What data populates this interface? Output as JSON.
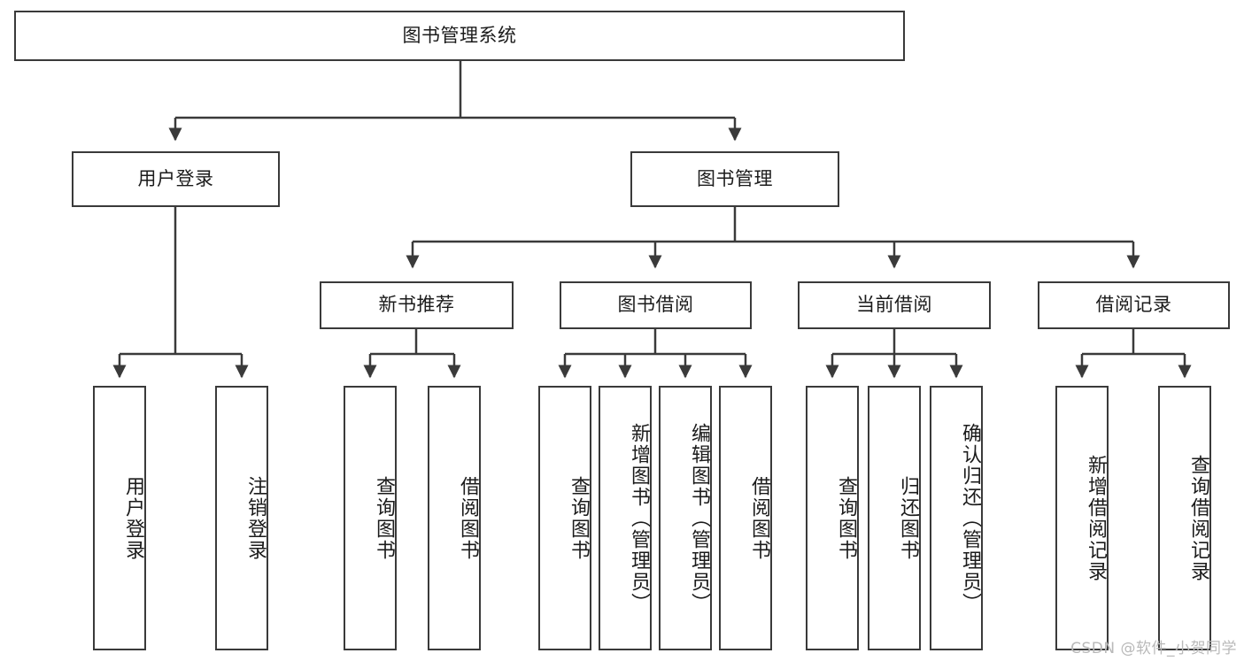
{
  "diagram": {
    "title": "图书管理系统",
    "colors": {
      "stroke": "#3a3a3a",
      "fill": "#ffffff",
      "text": "#1b1b1b",
      "watermark": "#b9b9b9"
    },
    "root": {
      "label": "图书管理系统"
    },
    "level2": [
      {
        "label": "用户登录"
      },
      {
        "label": "图书管理"
      }
    ],
    "level3": [
      {
        "label": "新书推荐"
      },
      {
        "label": "图书借阅"
      },
      {
        "label": "当前借阅"
      },
      {
        "label": "借阅记录"
      }
    ],
    "leaves": {
      "user_login": [
        {
          "label": "用户登录"
        },
        {
          "label": "注销登录"
        }
      ],
      "new_book_recommend": [
        {
          "label": "查询图书"
        },
        {
          "label": "借阅图书"
        }
      ],
      "book_borrow": [
        {
          "label": "查询图书"
        },
        {
          "label": "新增图书（管理员）"
        },
        {
          "label": "编辑图书（管理员）"
        },
        {
          "label": "借阅图书"
        }
      ],
      "current_borrow": [
        {
          "label": "查询图书"
        },
        {
          "label": "归还图书"
        },
        {
          "label": "确认归还（管理员）"
        }
      ],
      "borrow_records": [
        {
          "label": "新增借阅记录"
        },
        {
          "label": "查询借阅记录"
        }
      ]
    },
    "watermark": "CSDN @软件_小贺同学"
  }
}
